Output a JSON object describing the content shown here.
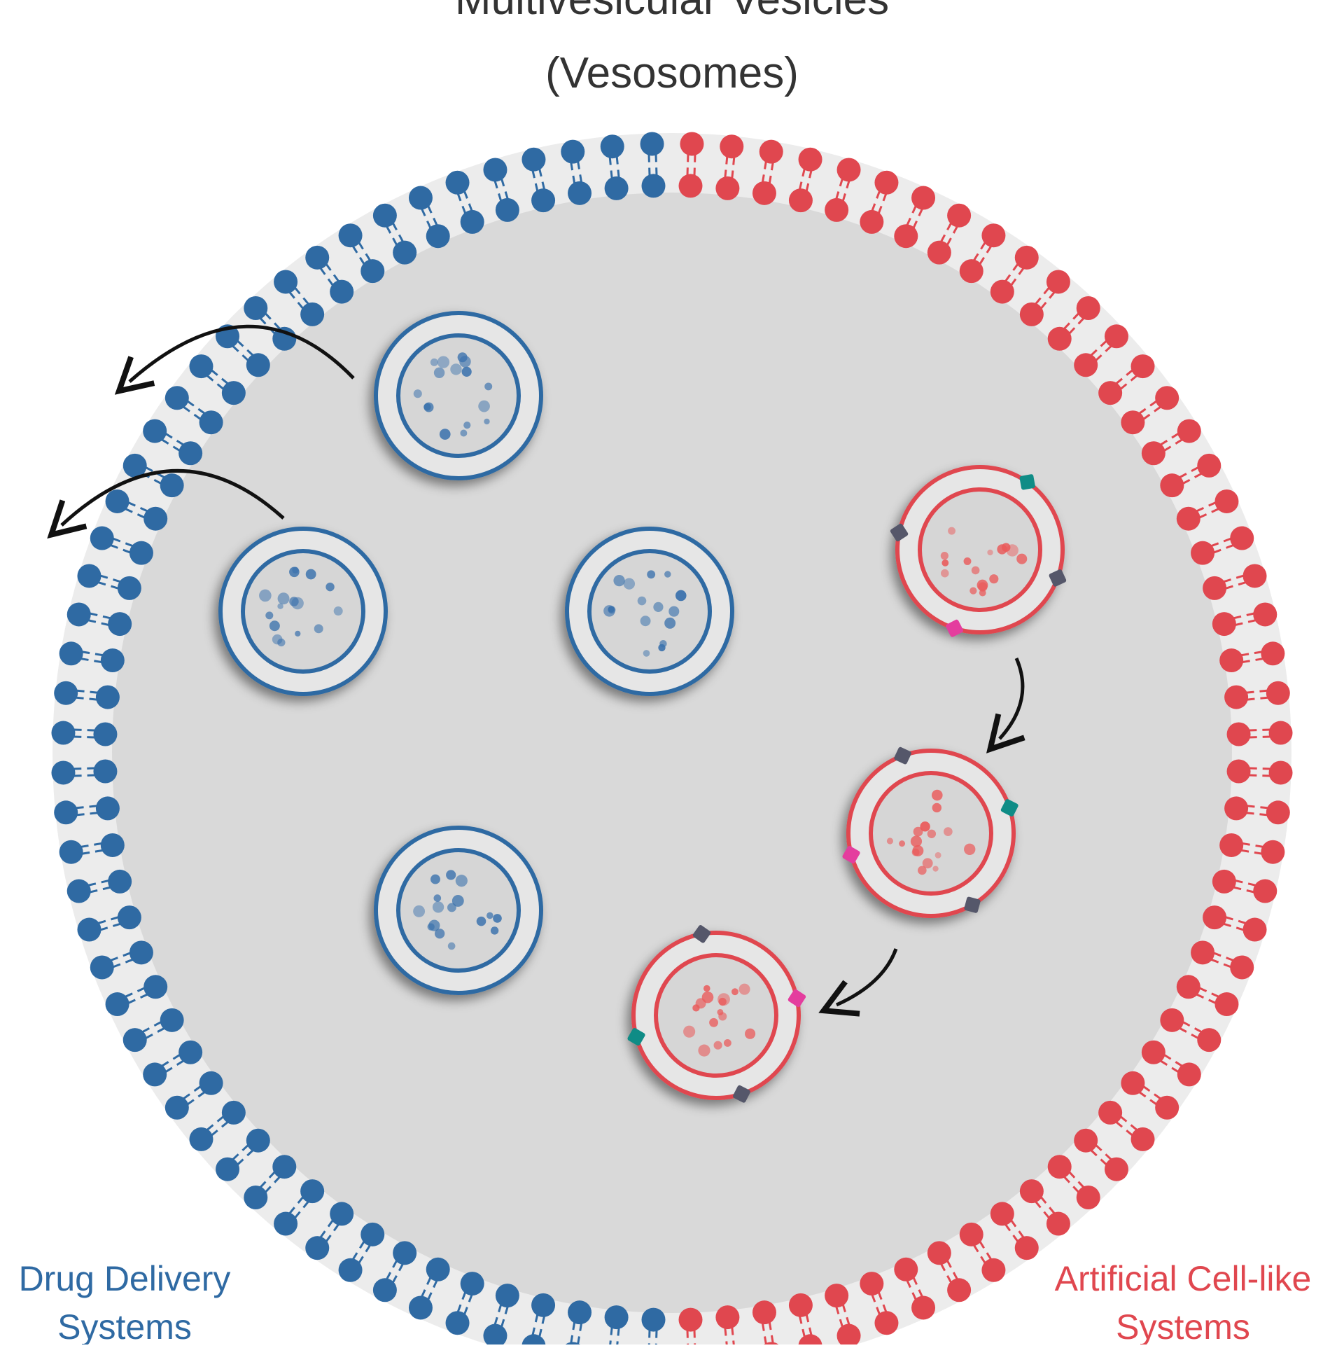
{
  "title": {
    "line1": "Multivesicular Vesicles",
    "line2": "(Vesosomes)"
  },
  "labels": {
    "left_line1": "Drug Delivery",
    "left_line2": "Systems",
    "right_line1": "Artificial Cell-like",
    "right_line2": "Systems"
  },
  "colors": {
    "blue": "#2f6aa3",
    "red": "#e0474f",
    "interior": "#d9d9d9",
    "bead_blue": "#3b72ad",
    "bead_red": "#ea5a5a",
    "protein_teal": "#0f8c86",
    "protein_gray": "#55576a",
    "protein_pink": "#e43d9e",
    "arrow": "#111111"
  },
  "icons": [
    "arrow-icon",
    "membrane-protein-icon"
  ]
}
